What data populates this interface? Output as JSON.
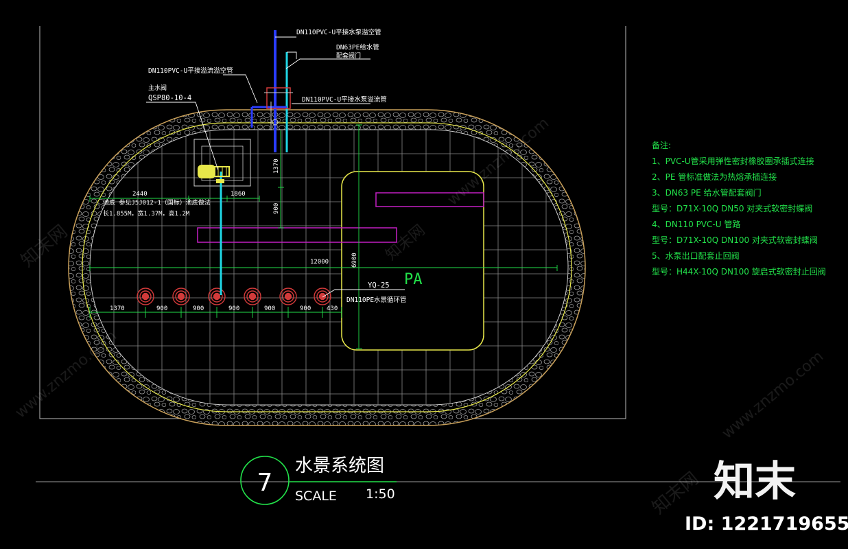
{
  "labels": {
    "pipe_top1": "DN110PVC-U平接水泵溢空管",
    "pipe_top2": "DN63PE给水管",
    "pipe_top3": "配套阀门",
    "pipe_left1": "DN110PVC-U平接溢流溢空管",
    "pipe_left2": "主水阀",
    "pump_model": "QSP80-10-4",
    "pipe_mid": "DN110PVC-U平接水泵溢流管",
    "outline_note": "池底 参见J5J012-1（国标）池底做法",
    "outline_size": "长1.855M，宽1.37M，高1.2M",
    "fountain_model": "YQ-25",
    "fountain_pipe": "DN110PE水景循环管",
    "pa": "PA"
  },
  "dimensions": {
    "d2440": "2440",
    "d1860": "1860",
    "d1370v": "1370",
    "d900v": "900",
    "d12000": "12000",
    "d6900": "6900",
    "bottom": [
      "1370",
      "900",
      "900",
      "900",
      "900",
      "900",
      "430"
    ]
  },
  "notes": {
    "title": "备注:",
    "lines": [
      "1、PVC-U管采用弹性密封橡胶圈承插式连接",
      "2、PE 管标准做法为热熔承插连接",
      "3、DN63 PE 给水管配套阀门",
      "型号：D71X-10Q DN50 对夹式软密封蝶阀",
      "4、DN110 PVC-U 管路",
      "型号：D71X-10Q DN100 对夹式软密封蝶阀",
      "5、水泵出口配套止回阀",
      "型号：H44X-10Q DN100 旋启式软密封止回阀"
    ]
  },
  "title_block": {
    "number": "7",
    "title": "水景系统图",
    "scale_label": "SCALE",
    "scale_value": "1:50"
  },
  "watermark": {
    "brand": "知末",
    "id": "ID: 1221719655",
    "site": "www.znzmo.com",
    "cn": "知末网"
  },
  "colors": {
    "background": "#000000",
    "yellow": "#e8e84a",
    "cyan": "#1fd7e6",
    "blue": "#2a3cff",
    "magenta": "#c21fc2",
    "green": "#22e14a",
    "red": "#d23a3a",
    "grid": "#9a9a9a"
  }
}
